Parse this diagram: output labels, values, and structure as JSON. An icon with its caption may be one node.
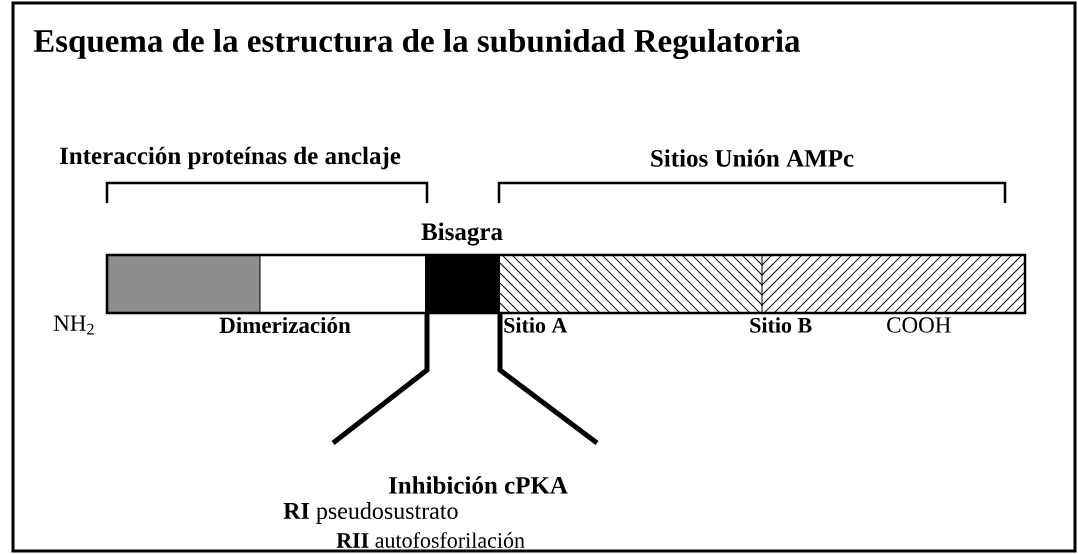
{
  "diagram": {
    "title": "Esquema de la estructura de la subunidad Regulatoria",
    "labels": [
      "Interacción proteínas de anclaje",
      "Sitios Unión AMPc",
      "Bisagra",
      "NH$_{2}$",
      "Dimerización",
      "Sitio A",
      "Sitio B",
      "COOH",
      "Inhibición cPKA",
      "**RI** pseudosustrato",
      "**RII** autofosforilación"
    ]
  }
}
